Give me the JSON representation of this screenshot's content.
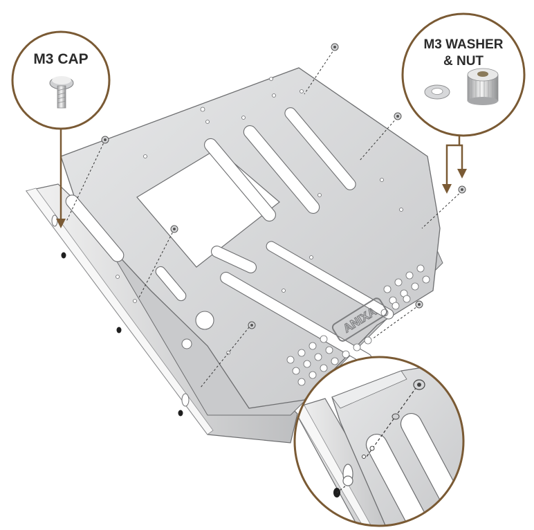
{
  "callouts": {
    "cap_screw": {
      "label": "M3 CAP",
      "icon": "m3-cap-screw-icon"
    },
    "washer_nut": {
      "label_line1": "M3 WASHER",
      "label_line2": "& NUT",
      "icon": "washer-and-nut-icon"
    },
    "detail": {
      "icon": "magnified-detail-view"
    }
  },
  "logo_text": "ANIXA",
  "colors": {
    "callout_ring": "#7a5a34",
    "plate_light": "#dadbdc",
    "plate_mid": "#c8c9cb",
    "plate_shadow": "#a9abad",
    "outline": "#6d6e70",
    "screw_dark": "#1f1f1f",
    "guide_line": "#333333"
  }
}
